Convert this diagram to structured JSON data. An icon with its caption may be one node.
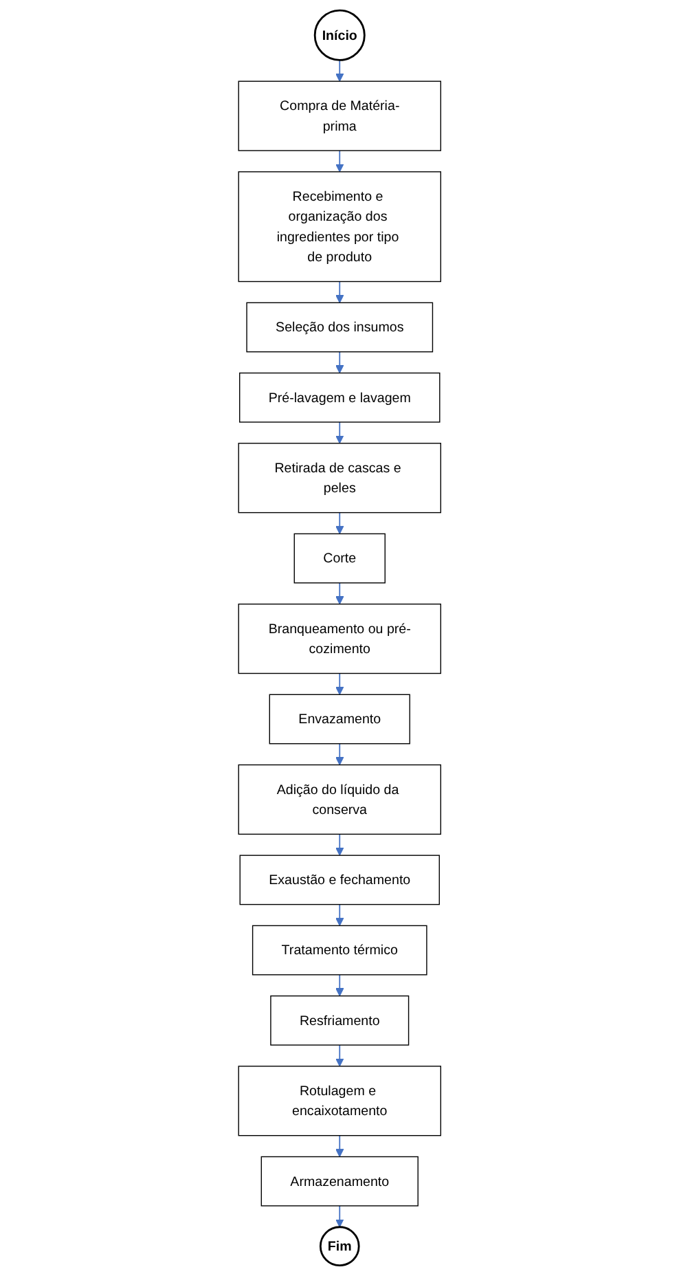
{
  "diagram": {
    "nodes": [
      {
        "text": [
          "Início"
        ]
      },
      {
        "text": [
          "Compra de Matéria-prima"
        ]
      },
      {
        "text": [
          "Recebimento e organização dos ingredientes por tipo de produto"
        ]
      },
      {
        "text": [
          "Seleção dos insumos"
        ]
      },
      {
        "text": [
          "Pré-lavagem e lavagem"
        ]
      },
      {
        "text": [
          "Retirada de cascas e peles"
        ]
      },
      {
        "text": [
          "Corte"
        ]
      },
      {
        "text": [
          "Branqueamento ou pré-cozimento"
        ]
      },
      {
        "text": [
          "Envazamento"
        ]
      },
      {
        "text": [
          "Adição do líquido da conserva"
        ]
      },
      {
        "text": [
          "Exaustão e fechamento"
        ]
      },
      {
        "text": [
          "Tratamento térmico"
        ]
      },
      {
        "text": [
          "Resfriamento"
        ]
      },
      {
        "text": [
          "Rotulagem e encaixotamento"
        ]
      },
      {
        "text": [
          "Armazenamento"
        ]
      },
      {
        "text": [
          "Fim"
        ]
      }
    ],
    "edges": [
      {
        "from": 0,
        "to": 1,
        "arrow": "to"
      },
      {
        "from": 1,
        "to": 2,
        "arrow": "to"
      },
      {
        "from": 2,
        "to": 3,
        "arrow": "to"
      },
      {
        "from": 3,
        "to": 4,
        "arrow": "to"
      },
      {
        "from": 4,
        "to": 5,
        "arrow": "to"
      },
      {
        "from": 5,
        "to": 6,
        "arrow": "to"
      },
      {
        "from": 6,
        "to": 7,
        "arrow": "to"
      },
      {
        "from": 7,
        "to": 8,
        "arrow": "to"
      },
      {
        "from": 8,
        "to": 9,
        "arrow": "to"
      },
      {
        "from": 9,
        "to": 10,
        "arrow": "to"
      },
      {
        "from": 10,
        "to": 11,
        "arrow": "to"
      },
      {
        "from": 11,
        "to": 12,
        "arrow": "to"
      },
      {
        "from": 12,
        "to": 13,
        "arrow": "to"
      },
      {
        "from": 13,
        "to": 14,
        "arrow": "to"
      },
      {
        "from": 14,
        "to": 15,
        "arrow": "to"
      }
    ]
  }
}
